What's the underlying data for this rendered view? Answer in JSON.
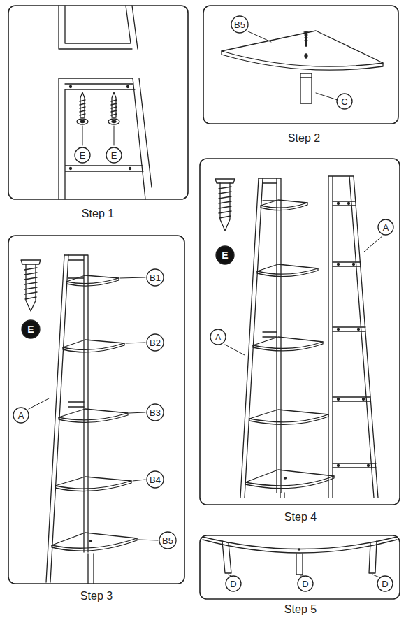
{
  "diagram": {
    "labels": [
      "E",
      "E",
      "Step 1",
      "B5",
      "C",
      "Step 2",
      "E",
      "B1",
      "B2",
      "B3",
      "A",
      "B4",
      "B5",
      "Step 3",
      "E",
      "A",
      "A",
      "Step 4",
      "D",
      "D",
      "D",
      "Step 5"
    ]
  }
}
